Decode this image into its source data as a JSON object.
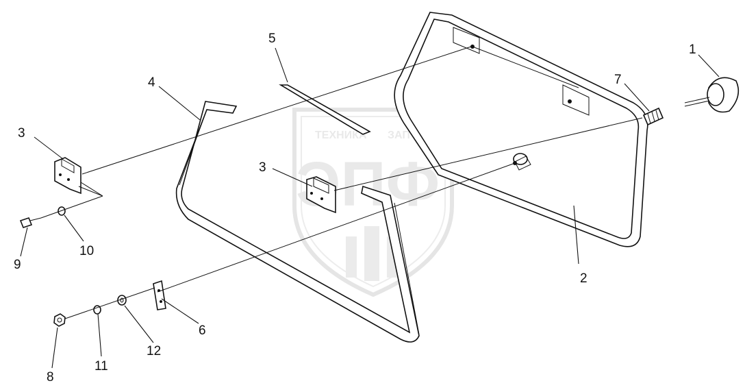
{
  "watermark": {
    "line1_left": "ТЕХНИКА",
    "line1_right": "ЗАПЧАСТИ",
    "logo_text": "ЭПФ",
    "color": "#d9d9d9"
  },
  "callouts": {
    "c1": "1",
    "c2": "2",
    "c3a": "3",
    "c3b": "3",
    "c4": "4",
    "c5": "5",
    "c6": "6",
    "c7": "7",
    "c8": "8",
    "c9": "9",
    "c10": "10",
    "c11": "11",
    "c12": "12"
  },
  "colors": {
    "line": "#111111",
    "background": "#ffffff"
  }
}
